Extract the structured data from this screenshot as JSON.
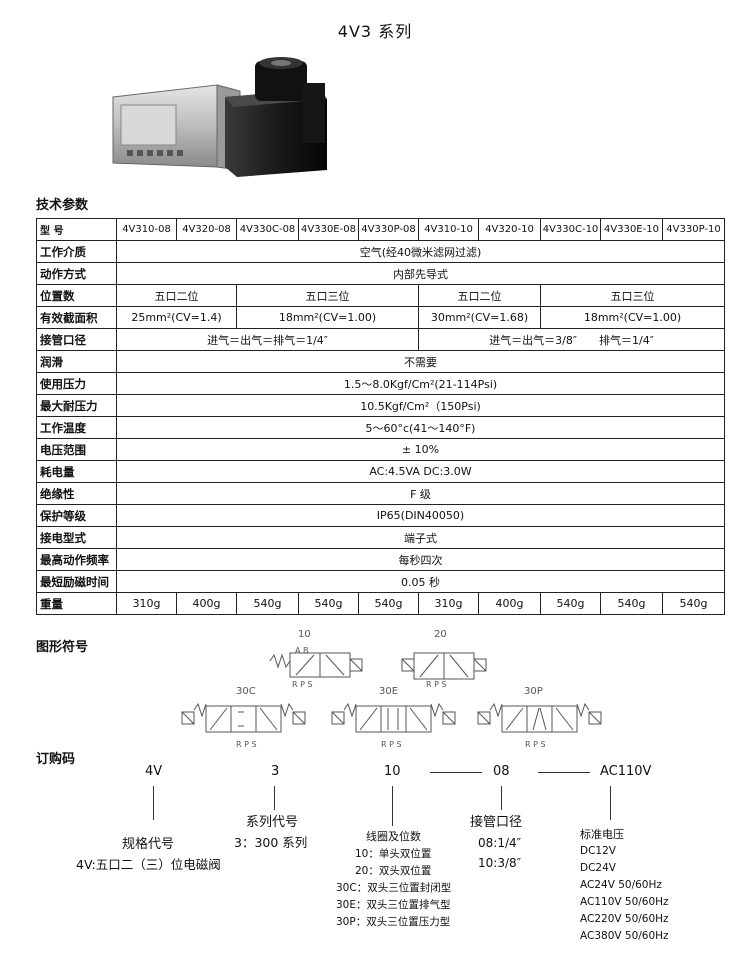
{
  "title": "4V3 系列",
  "photo_icon": "solenoid-valve-photo",
  "tech_params": {
    "heading": "技术参数",
    "model_label": "型  号",
    "models": [
      "4V310-08",
      "4V320-08",
      "4V330C-08",
      "4V330E-08",
      "4V330P-08",
      "4V310-10",
      "4V320-10",
      "4V330C-10",
      "4V330E-10",
      "4V330P-10"
    ],
    "rows": {
      "medium": {
        "label": "工作介质",
        "value": "空气(经40微米滤网过滤)"
      },
      "action": {
        "label": "动作方式",
        "value": "内部先导式"
      },
      "position": {
        "label": "位置数",
        "values": [
          "五口二位",
          "五口三位",
          "五口二位",
          "五口三位"
        ]
      },
      "area": {
        "label": "有效截面积",
        "values": [
          "25mm²(CV=1.4)",
          "18mm²(CV=1.00)",
          "30mm²(CV=1.68)",
          "18mm²(CV=1.00)"
        ]
      },
      "port": {
        "label": "接管口径",
        "values": [
          "进气＝出气＝排气＝1/4″",
          "进气＝出气＝3/8″　　排气＝1/4″"
        ]
      },
      "lube": {
        "label": "润滑",
        "value": "不需要"
      },
      "pressure": {
        "label": "使用压力",
        "value": "1.5～8.0Kgf/Cm²(21-114Psi)"
      },
      "max_pressure": {
        "label": "最大耐压力",
        "value": "10.5Kgf/Cm²（150Psi)"
      },
      "temp": {
        "label": "工作温度",
        "value": "5～60°c(41～140°F)"
      },
      "voltage_range": {
        "label": "电压范围",
        "value": "± 10%"
      },
      "power": {
        "label": "耗电量",
        "value": "AC:4.5VA   DC:3.0W"
      },
      "insulation": {
        "label": "绝缘性",
        "value": "F 级"
      },
      "protection": {
        "label": "保护等级",
        "value": "IP65(DIN40050)"
      },
      "wiring": {
        "label": "接电型式",
        "value": "端子式"
      },
      "frequency": {
        "label": "最高动作频率",
        "value": "每秒四次"
      },
      "excitation": {
        "label": "最短励磁时间",
        "value": "0.05 秒"
      },
      "weight": {
        "label": "重量",
        "values": [
          "310g",
          "400g",
          "540g",
          "540g",
          "540g",
          "310g",
          "400g",
          "540g",
          "540g",
          "540g"
        ]
      }
    }
  },
  "symbols": {
    "heading": "图形符号",
    "labels": [
      "10",
      "20",
      "30C",
      "30E",
      "30P"
    ],
    "port_ab": "A  B",
    "port_rps": "R P S"
  },
  "order": {
    "heading": "订购码",
    "codes": [
      "4V",
      "3",
      "10",
      "08",
      "AC110V"
    ],
    "spec_title": "规格代号",
    "spec_desc": "4V:五口二（三）位电磁阀",
    "series_title": "系列代号",
    "series_desc": "3：300 系列",
    "coil_title": "线圈及位数",
    "coil_items": [
      "10：单头双位置",
      "20：双头双位置",
      "30C：双头三位置封闭型",
      "30E：双头三位置排气型",
      "30P：双头三位置压力型"
    ],
    "port_title": "接管口径",
    "port_items": [
      "08:1/4″",
      "10:3/8″"
    ],
    "voltage_title": "标准电压",
    "voltage_items": [
      "DC12V",
      "DC24V",
      "AC24V  50/60Hz",
      "AC110V 50/60Hz",
      "AC220V 50/60Hz",
      "AC380V 50/60Hz"
    ]
  }
}
